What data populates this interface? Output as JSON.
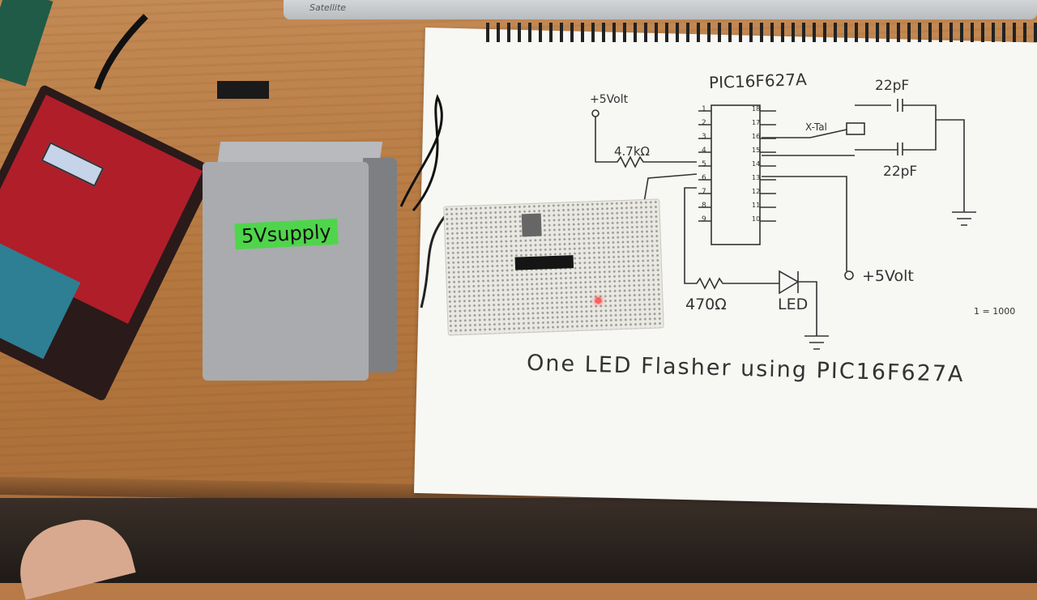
{
  "laptop": {
    "brand": "Satellite"
  },
  "power_supply": {
    "label": "5Vsupply"
  },
  "sketch": {
    "chip_name": "PIC16F627A",
    "supply_top": "+5Volt",
    "supply_right": "+5Volt",
    "resistor_pullup": "4.7kΩ",
    "resistor_led": "470Ω",
    "led_label": "LED",
    "crystal_label": "X-Tal",
    "cap_top": "22pF",
    "cap_bottom": "22pF",
    "caption": "One LED Flasher using PIC16F627A",
    "margin_note": "1 = 1000",
    "left_pins": [
      "1",
      "2",
      "3",
      "4",
      "5",
      "6",
      "7",
      "8",
      "9"
    ],
    "right_pins": [
      "18",
      "17",
      "16",
      "15",
      "14",
      "13",
      "12",
      "11",
      "10"
    ]
  },
  "colors": {
    "paper": "#f7f7f4",
    "ink": "#333333",
    "label_green": "#4fd54b"
  }
}
